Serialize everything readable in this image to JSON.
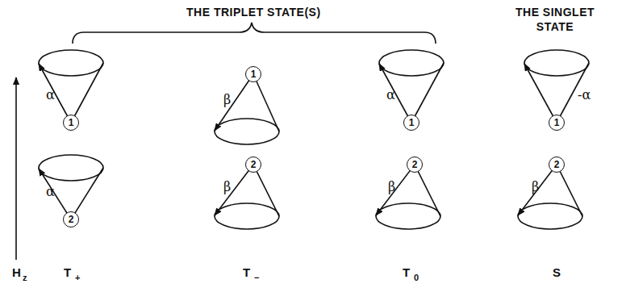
{
  "diagram": {
    "nodes": [
      {
        "text": [
          "1"
        ]
      },
      {
        "text": [
          "1"
        ]
      },
      {
        "text": [
          "1"
        ]
      },
      {
        "text": [
          "1"
        ]
      },
      {
        "text": [
          "2"
        ]
      },
      {
        "text": [
          "2"
        ]
      },
      {
        "text": [
          "2"
        ]
      },
      {
        "text": [
          "2"
        ]
      }
    ],
    "labels": [
      "THE TRIPLET STATE(S)",
      "THE SINGLET STATE",
      "α",
      "β",
      "α",
      "-α",
      "α",
      "β",
      "β",
      "β",
      "H",
      "z",
      "T",
      "+",
      "T",
      "−",
      "T",
      "0",
      "S"
    ]
  }
}
